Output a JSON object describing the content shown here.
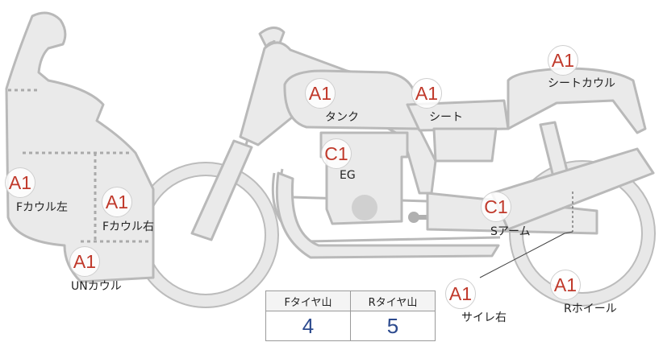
{
  "parts": [
    {
      "id": "tank",
      "grade": "A1",
      "label": "タンク"
    },
    {
      "id": "seat",
      "grade": "A1",
      "label": "シート"
    },
    {
      "id": "seat-cowl",
      "grade": "A1",
      "label": "シートカウル"
    },
    {
      "id": "engine",
      "grade": "C1",
      "label": "EG"
    },
    {
      "id": "f-cowl-left",
      "grade": "A1",
      "label": "Fカウル左"
    },
    {
      "id": "f-cowl-right",
      "grade": "A1",
      "label": "Fカウル右"
    },
    {
      "id": "s-arm",
      "grade": "C1",
      "label": "Sアーム"
    },
    {
      "id": "under-cowl",
      "grade": "A1",
      "label": "UNカウル"
    },
    {
      "id": "silencer-right",
      "grade": "A1",
      "label": "サイレ右"
    },
    {
      "id": "r-wheel",
      "grade": "A1",
      "label": "Rホイール"
    }
  ],
  "tread_table": {
    "headers": [
      "Fタイヤ山",
      "Rタイヤ山"
    ],
    "values": [
      "4",
      "5"
    ]
  },
  "colors": {
    "grade_text": "#c0392b",
    "value_text": "#2c4a8e",
    "part_fill": "#eaeaea",
    "part_stroke": "#b9b9b9"
  }
}
